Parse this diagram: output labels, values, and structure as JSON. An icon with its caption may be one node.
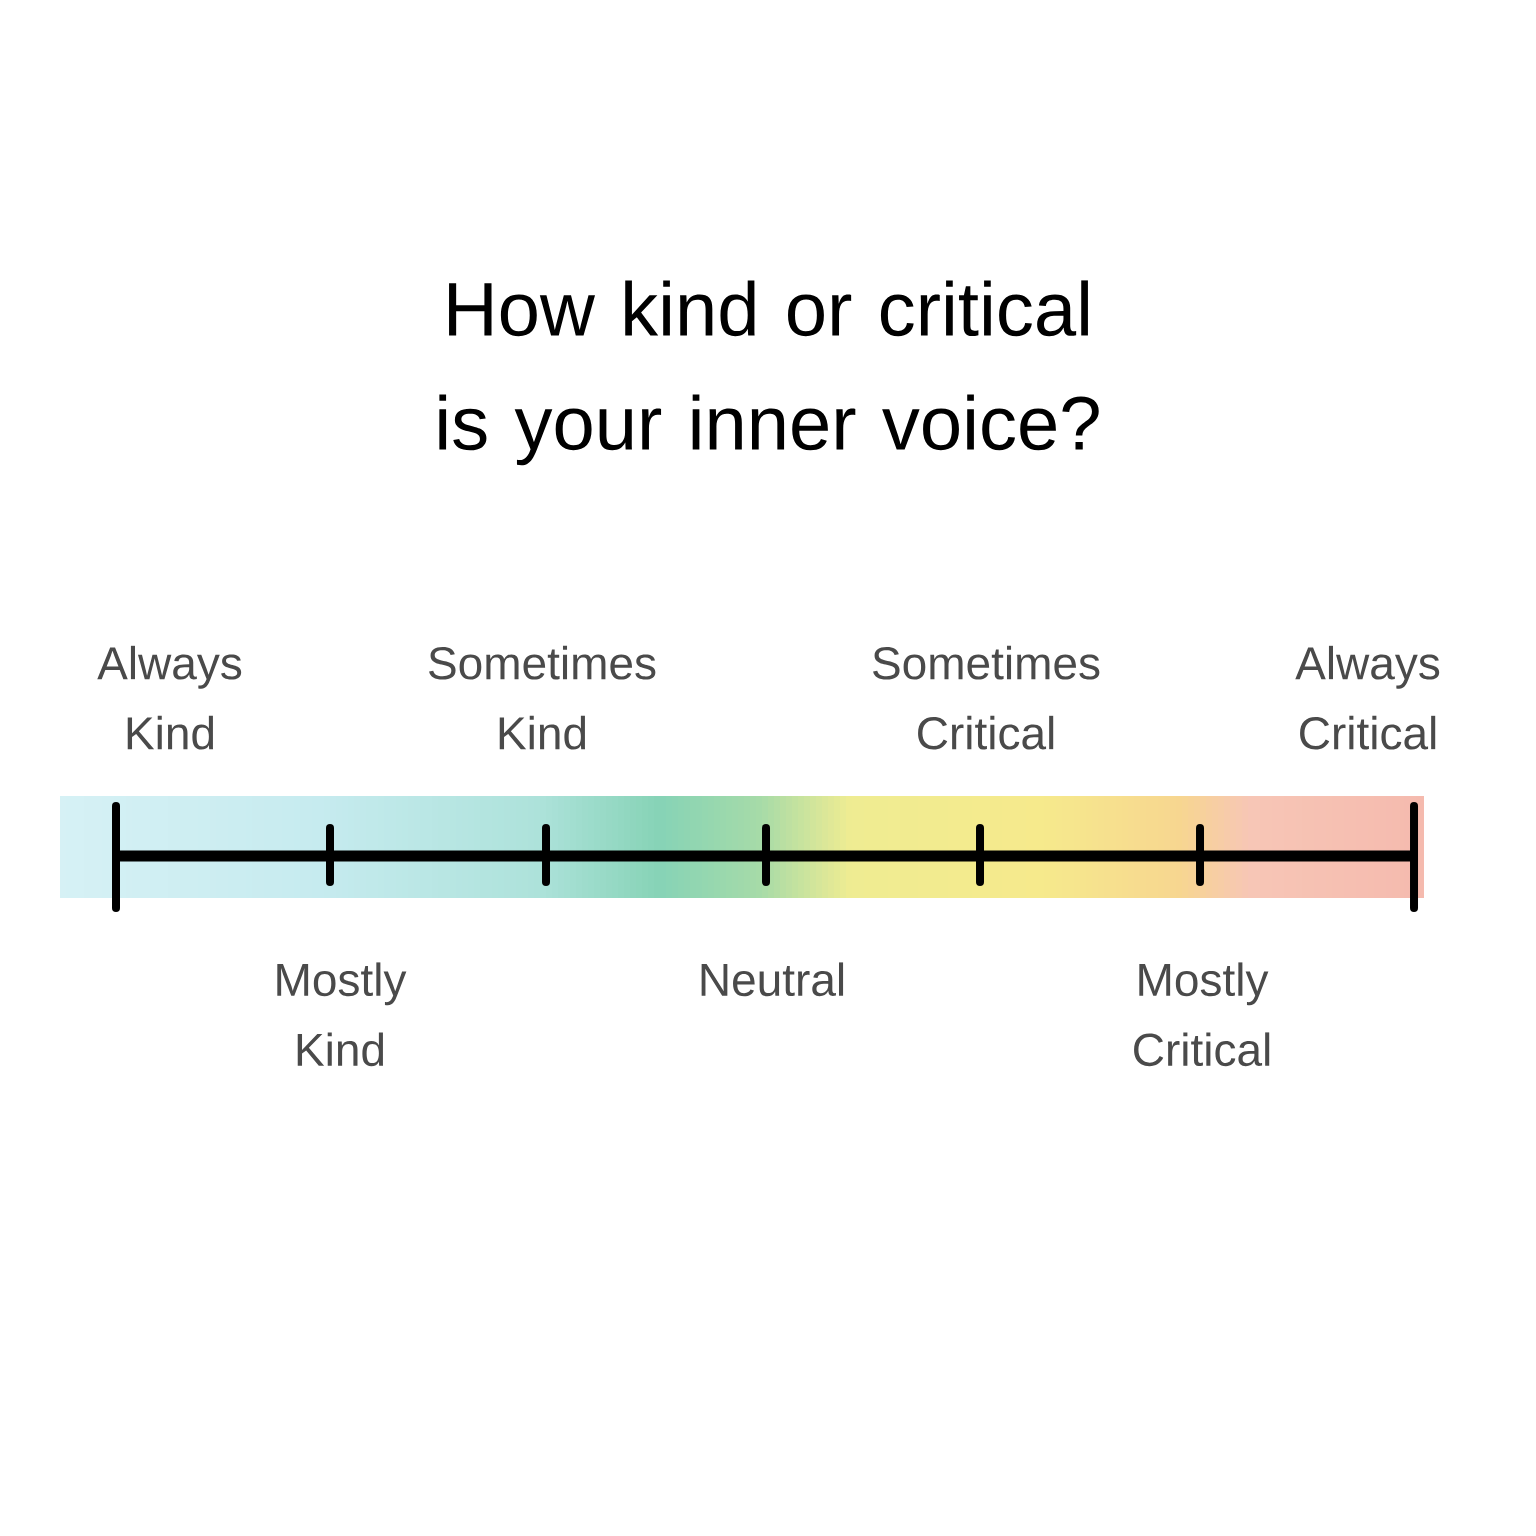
{
  "diagram": {
    "title": "How kind or critical is your inner voice?",
    "labels": [
      "Always Kind",
      "Sometimes Kind",
      "Sometimes Critical",
      "Always Critical",
      "Mostly Kind",
      "Neutral",
      "Mostly Critical"
    ]
  }
}
